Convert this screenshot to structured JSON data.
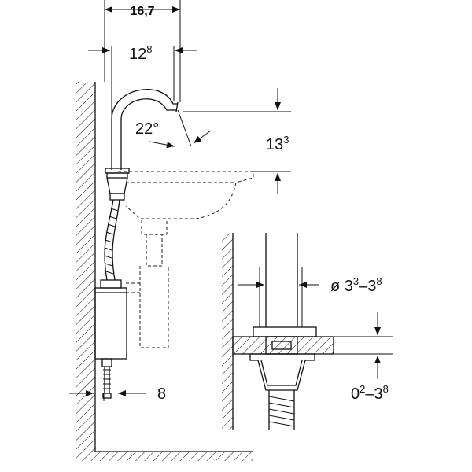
{
  "dimensions": {
    "spout_reach_overall": "16,7",
    "spout_reach": "12",
    "spout_reach_sup": "8",
    "angle": "22°",
    "spout_height": "13",
    "spout_height_sup": "3",
    "wall_offset": "8",
    "hole_diameter_prefix": "ø 3",
    "hole_diameter_sup1": "3",
    "hole_diameter_mid": "–3",
    "hole_diameter_sup2": "8",
    "deck_thickness_base": "0",
    "deck_thickness_sup1": "2",
    "deck_thickness_mid": "–3",
    "deck_thickness_sup2": "8"
  },
  "colors": {
    "line": "#111111",
    "hatch": "#111111",
    "background": "#ffffff"
  }
}
